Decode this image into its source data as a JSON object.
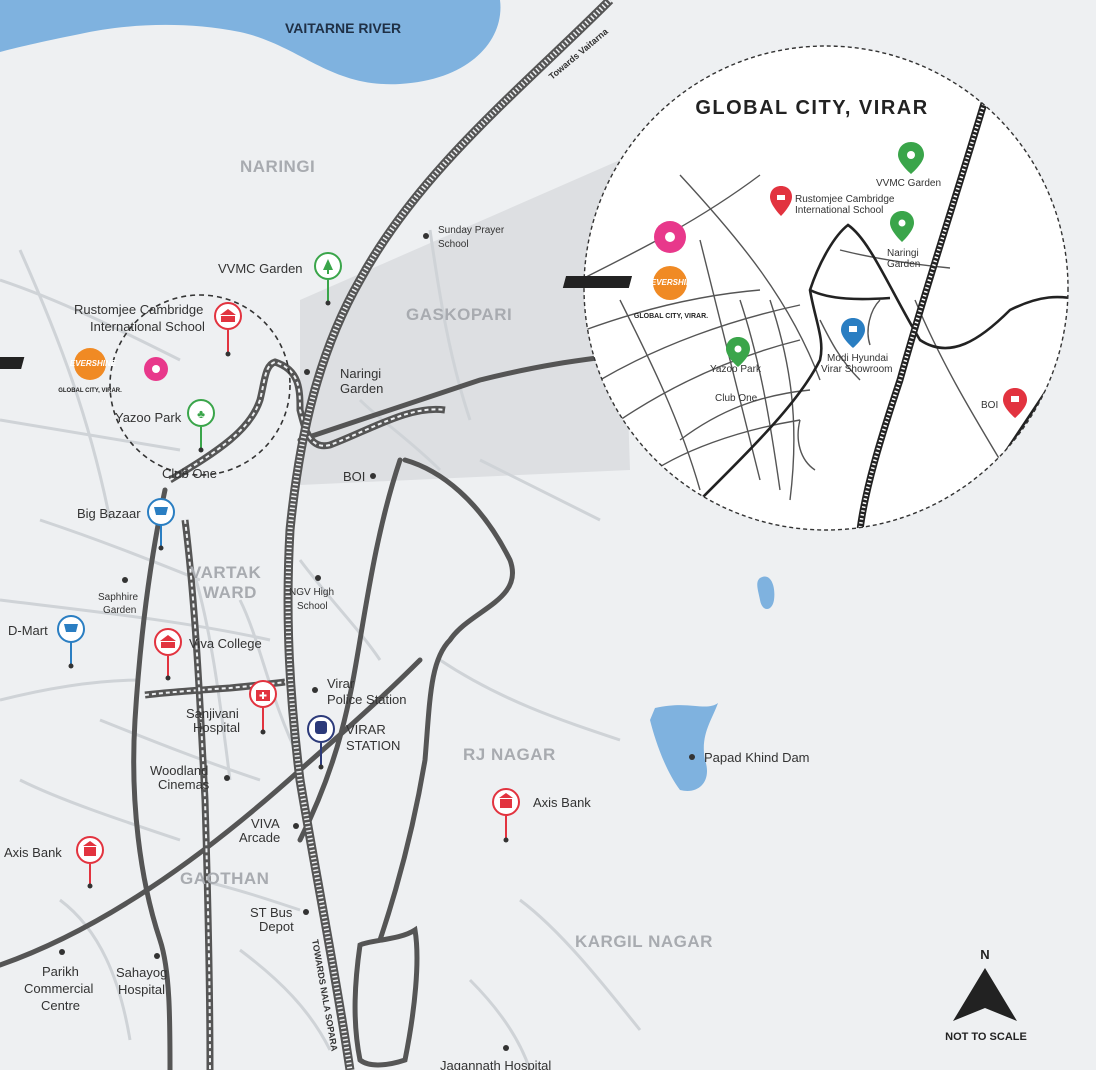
{
  "water": {
    "river_label": "VAITARNE RIVER"
  },
  "areas": {
    "naringi": "NARINGI",
    "gaskopari": "GASKOPARI",
    "vartak_ward_1": "VARTAK",
    "vartak_ward_2": "WARD",
    "rj_nagar": "RJ NAGAR",
    "gaothan": "GAOTHAN",
    "kargil_nagar": "KARGIL NAGAR"
  },
  "places": {
    "sunday_prayer_1": "Sunday Prayer",
    "sunday_prayer_2": "School",
    "vvmc_garden": "VVMC Garden",
    "rustomjee_1": "Rustomjee Cambridge",
    "rustomjee_2": "International School",
    "yazoo_park": "Yazoo Park",
    "club_one": "Club One",
    "naringi_garden_1": "Naringi",
    "naringi_garden_2": "Garden",
    "boi": "BOI",
    "big_bazaar": "Big Bazaar",
    "saphhire_1": "Saphhire",
    "saphhire_2": "Garden",
    "ngv_1": "NGV High",
    "ngv_2": "School",
    "dmart": "D-Mart",
    "viva_college": "Viva College",
    "police_1": "Virar",
    "police_2": "Police Station",
    "sanjivani_1": "Sanjivani",
    "sanjivani_2": "Hospital",
    "station_1": "VIRAR",
    "station_2": "STATION",
    "woodland_1": "Woodland",
    "woodland_2": "Cinemas",
    "papad_khind_dam": "Papad Khind Dam",
    "axis_bank_center": "Axis Bank",
    "viva_arcade_1": "VIVA",
    "viva_arcade_2": "Arcade",
    "axis_bank_left": "Axis Bank",
    "st_bus_1": "ST Bus",
    "st_bus_2": "Depot",
    "parikh_1": "Parikh",
    "parikh_2": "Commercial",
    "parikh_3": "Centre",
    "sahayog_1": "Sahayog",
    "sahayog_2": "Hospital",
    "jagannath_hospital": "Jagannath Hospital"
  },
  "rail": {
    "towards_vaitarna": "Towards Vaitarna",
    "towards_nala_sopara": "TOWARDS NALA SOPARA"
  },
  "logo": {
    "brand": "EVERSHINE",
    "subtitle": "GLOBAL CITY, VIRAR."
  },
  "inset": {
    "title": "GLOBAL CITY, VIRAR",
    "vvmc_garden": "VVMC Garden",
    "rustomjee_1": "Rustomjee Cambridge",
    "rustomjee_2": "International School",
    "naringi_1": "Naringi",
    "naringi_2": "Garden",
    "yazoo_park": "Yazoo Park",
    "club_one": "Club One",
    "modi_1": "Modi Hyundai",
    "modi_2": "Virar Showroom",
    "boi": "BOI",
    "logo_brand": "EVERSHINE",
    "logo_subtitle": "GLOBAL CITY, VIRAR."
  },
  "compass": {
    "north": "N",
    "scale_note": "NOT TO SCALE"
  },
  "colors": {
    "background": "#eef0f2",
    "water": "#7fb2df",
    "road": "#555555",
    "pin_red": "#e2333f",
    "pin_green": "#3aa54a",
    "pin_blue": "#2a7ec2",
    "pin_navy": "#2c3a7a",
    "project_pink": "#e8388b",
    "logo_orange": "#f08a24"
  }
}
